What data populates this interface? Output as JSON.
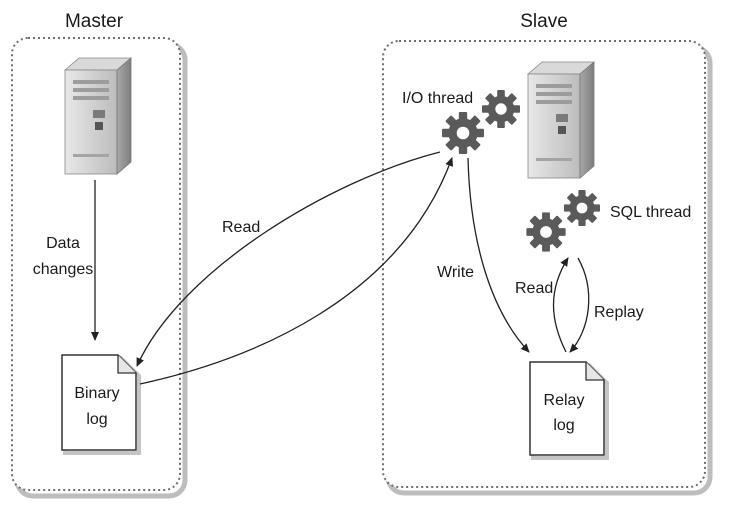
{
  "master": {
    "title": "Master",
    "data_changes_line1": "Data",
    "data_changes_line2": "changes",
    "binary_log_line1": "Binary",
    "binary_log_line2": "log"
  },
  "slave": {
    "title": "Slave",
    "io_thread": "I/O thread",
    "sql_thread": "SQL thread",
    "relay_log_line1": "Relay",
    "relay_log_line2": "log"
  },
  "arrows": {
    "read_binlog": "Read",
    "write_relay": "Write",
    "read_relay": "Read",
    "replay": "Replay"
  },
  "colors": {
    "panel_border": "#6e6e6e",
    "panel_shadow": "#bdbdbd",
    "gear": "#5a5a5a",
    "server_body": "#cfcfcf",
    "server_side": "#9a9a9a",
    "document_fill": "#ffffff"
  },
  "icons": [
    "server-icon",
    "gear-icon",
    "document-icon"
  ]
}
